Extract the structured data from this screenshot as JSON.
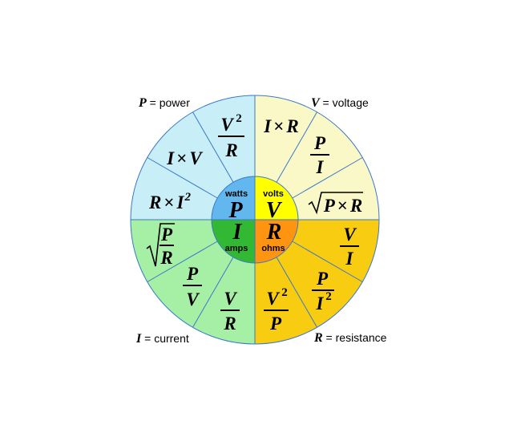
{
  "labels": {
    "power": {
      "var": "P",
      "text": " = power"
    },
    "voltage": {
      "var": "V",
      "text": " = voltage"
    },
    "current": {
      "var": "I",
      "text": " = current"
    },
    "resistance": {
      "var": "R",
      "text": " = resistance"
    }
  },
  "center": {
    "watts": {
      "unit": "watts",
      "symbol": "P"
    },
    "volts": {
      "unit": "volts",
      "symbol": "V"
    },
    "amps": {
      "unit": "amps",
      "symbol": "I"
    },
    "ohms": {
      "unit": "ohms",
      "symbol": "R"
    }
  },
  "formulas": {
    "p_v2_over_r": {
      "num": "V",
      "num_sup": "2",
      "den": "R"
    },
    "p_i_times_v": {
      "a": "I",
      "op": "×",
      "b": "V"
    },
    "p_r_times_i2": {
      "a": "R",
      "op": "×",
      "b": "I",
      "b_sup": "2"
    },
    "v_i_times_r": {
      "a": "I",
      "op": "×",
      "b": "R"
    },
    "v_p_over_i": {
      "num": "P",
      "den": "I"
    },
    "v_sqrt_p_times_r": {
      "a": "P",
      "op": "×",
      "b": "R"
    },
    "i_sqrt_p_over_r": {
      "num": "P",
      "den": "R"
    },
    "i_p_over_v": {
      "num": "P",
      "den": "V"
    },
    "i_v_over_r": {
      "num": "V",
      "den": "R"
    },
    "r_v_over_i": {
      "num": "V",
      "den": "I"
    },
    "r_p_over_i2": {
      "num": "P",
      "den": "I",
      "den_sup": "2"
    },
    "r_v2_over_p": {
      "num": "V",
      "num_sup": "2",
      "den": "P"
    }
  },
  "colors": {
    "power_outer": "#c8eef8",
    "power_inner": "#62b8ee",
    "voltage_outer": "#fbf8c8",
    "voltage_inner": "#ffff00",
    "current_outer": "#a6f0a6",
    "current_inner": "#33b833",
    "resistance_outer": "#f8cc10",
    "resistance_inner": "#ff9410",
    "lines": "#3a78c8"
  }
}
